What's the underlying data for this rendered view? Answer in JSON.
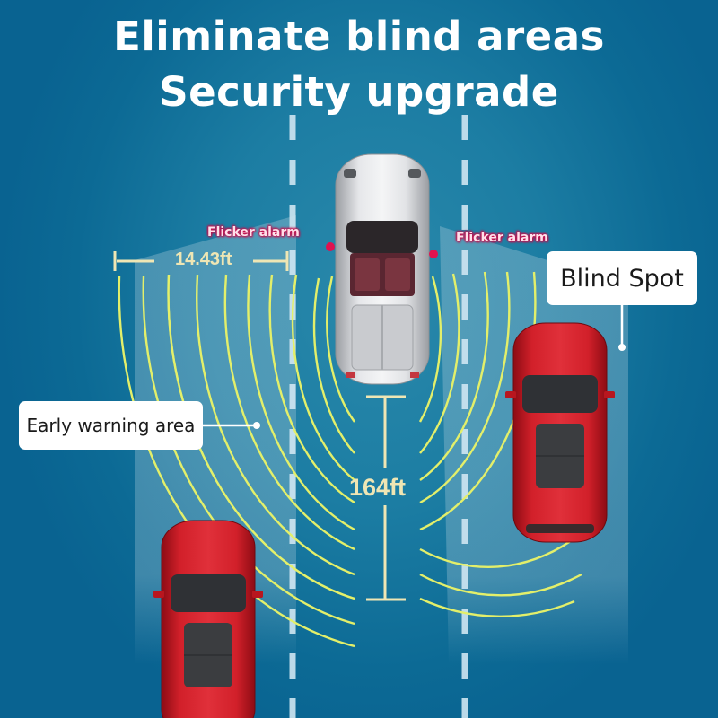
{
  "headline": {
    "line1": "Eliminate blind areas",
    "line2": "Security upgrade"
  },
  "labels": {
    "flicker_alarm_left": "Flicker alarm",
    "flicker_alarm_right": "Flicker alarm",
    "blind_spot": "Blind Spot",
    "early_warning_area": "Early warning area"
  },
  "measurements": {
    "lane_width": "14.43ft",
    "detection_range": "164ft"
  },
  "vehicles": [
    {
      "role": "host-car",
      "color": "silver",
      "position": "center-lane"
    },
    {
      "role": "blind-spot-car",
      "color": "red",
      "position": "right-lane"
    },
    {
      "role": "approaching-car",
      "color": "red",
      "position": "left-lane-rear"
    }
  ],
  "colors": {
    "background": "#0c6a95",
    "radar_arc": "#e3ef6a",
    "measure_text": "#efe6b4",
    "alarm_indicator": "#e0124f",
    "lane_marking": "#cfe6f2",
    "callout_bg": "#ffffff"
  }
}
